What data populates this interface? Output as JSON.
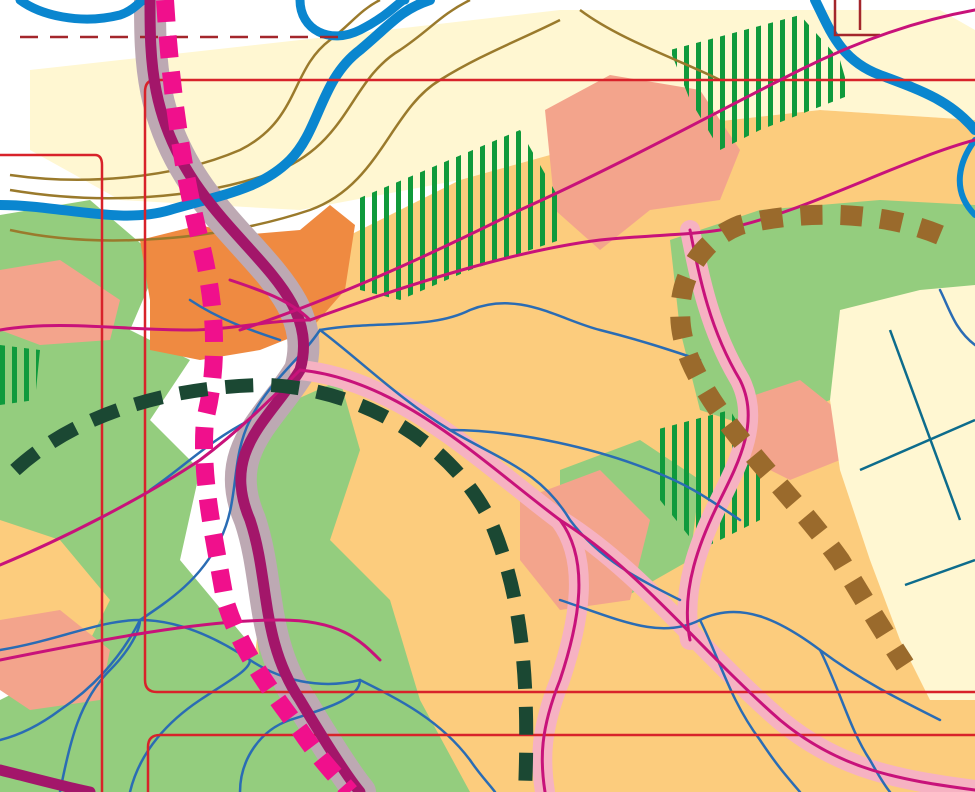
{
  "map": {
    "palette": {
      "background": "#ffffff",
      "pale_zone": "#fff7d2",
      "agricultural_zone": "#fccc7d",
      "green_zone": "#94cd7e",
      "urban_zone": "#f3a48c",
      "urban_core": "#ef8a41",
      "forest_hatch": "#0f9a3c",
      "river": "#0a86cf",
      "stream": "#2a6cb4",
      "contour": "#9a7a2c",
      "boundary": "#d8222a",
      "road": "#c8127a",
      "highway": "#a3166a",
      "highway_buffer": "#bda9b3",
      "road_halo": "#f6b2c2",
      "planned_road": "#f0108c",
      "ring_dark": "#1b4833",
      "ring_brown": "#9a6a2c",
      "grid_line": "#0d6c8c",
      "district_line": "#a3262b"
    },
    "layers": [
      "base-zones",
      "forest-hatching",
      "contour-lines",
      "rivers",
      "streams",
      "boundaries",
      "road-network",
      "planned-routes"
    ]
  }
}
